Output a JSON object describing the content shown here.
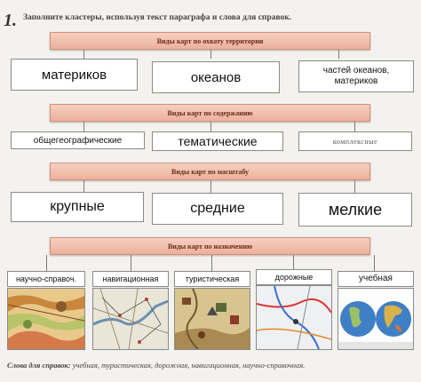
{
  "task": {
    "number": "1.",
    "instruction": "Заполните кластеры, используя текст параграфа и слова для справок."
  },
  "groups": [
    {
      "header": "Виды карт по охвату территории",
      "items": [
        "материков",
        "океанов",
        "частей океанов, материков"
      ]
    },
    {
      "header": "Виды карт по содержанию",
      "items": [
        "общегеографические",
        "тематические",
        "комплексные"
      ]
    },
    {
      "header": "Виды карт по масштабу",
      "items": [
        "крупные",
        "средние",
        "мелкие"
      ]
    },
    {
      "header": "Виды карт по назначению",
      "items": [
        "научно-справоч.",
        "навигационная",
        "туристическая",
        "дорожные",
        "учебная"
      ]
    }
  ],
  "reference_words": {
    "label": "Слова для справок:",
    "text": "учебная, туристическая, дорожная, навигационная, научно-справочная."
  },
  "map_icons": [
    "reference-map-icon",
    "navigation-map-icon",
    "tourist-map-icon",
    "road-map-icon",
    "world-map-icon"
  ]
}
